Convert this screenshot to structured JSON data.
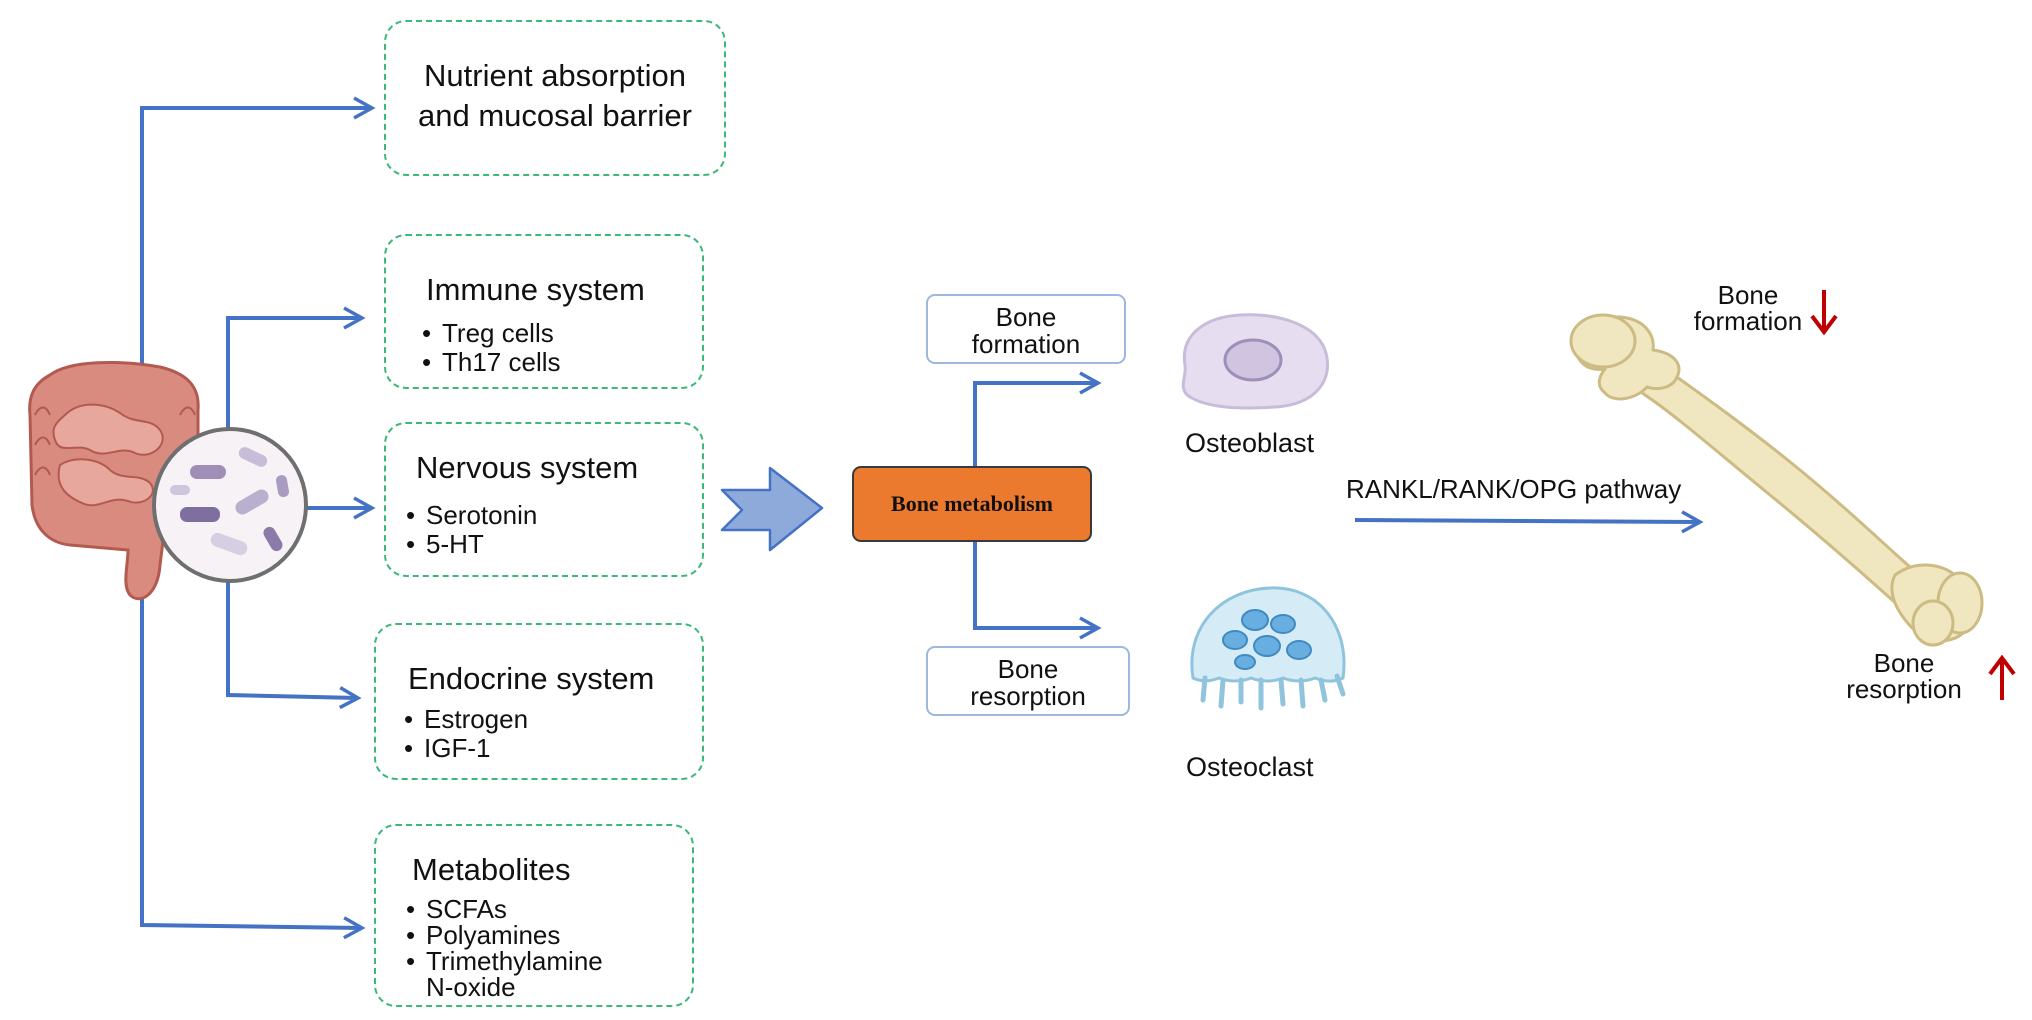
{
  "boxes": {
    "nutrient": {
      "title_line1": "Nutrient absorption",
      "title_line2": "and mucosal barrier"
    },
    "immune": {
      "title": "Immune system",
      "items": [
        "Treg cells",
        "Th17 cells"
      ]
    },
    "nervous": {
      "title": "Nervous system",
      "items": [
        "Serotonin",
        "5-HT"
      ]
    },
    "endocrine": {
      "title": "Endocrine system",
      "items": [
        "Estrogen",
        "IGF-1"
      ]
    },
    "metabolites": {
      "title": "Metabolites",
      "items": [
        "SCFAs",
        "Polyamines",
        "Trimethylamine",
        "N-oxide"
      ]
    }
  },
  "center": {
    "label": "Bone metabolism"
  },
  "bone_formation_box": {
    "line1": "Bone",
    "line2": "formation"
  },
  "bone_resorption_box": {
    "line1": "Bone",
    "line2": "resorption"
  },
  "cells": {
    "osteoblast": "Osteoblast",
    "osteoclast": "Osteoclast"
  },
  "pathway": {
    "label": "RANKL/RANK/OPG pathway"
  },
  "bone_effects": {
    "formation": {
      "line1": "Bone",
      "line2": "formation",
      "direction": "down"
    },
    "resorption": {
      "line1": "Bone",
      "line2": "resorption",
      "direction": "up"
    }
  },
  "colors": {
    "arrow": "#4472c4",
    "box_border": "#3cb878",
    "center_fill": "#ec7a2e",
    "indicator": "#c00000"
  }
}
